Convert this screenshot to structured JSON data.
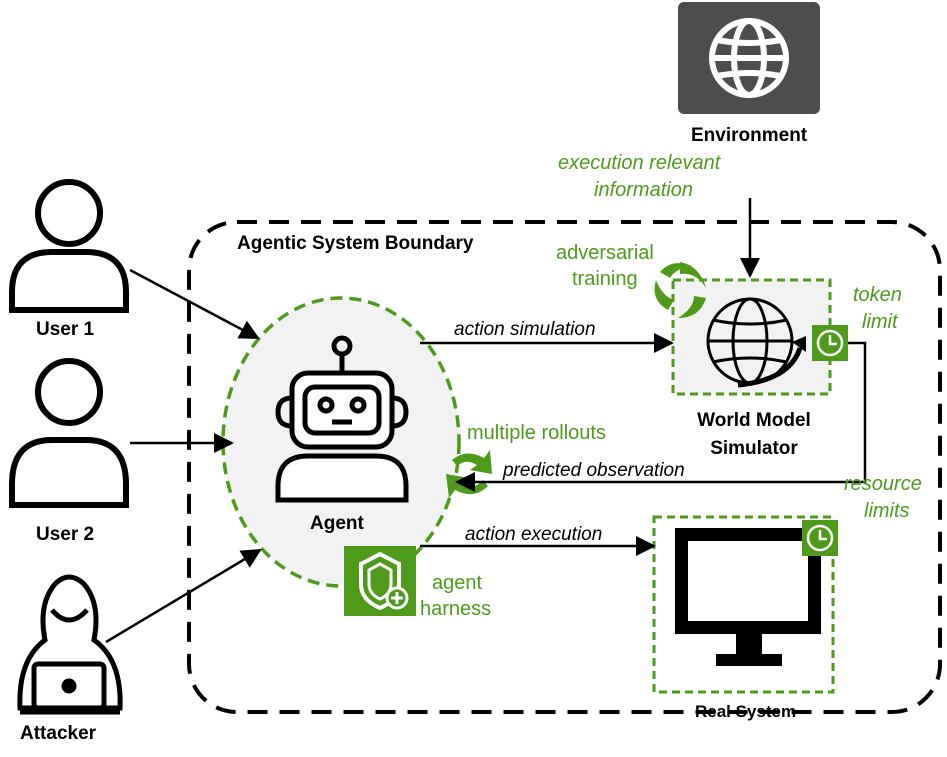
{
  "boundary": {
    "label": "Agentic System Boundary"
  },
  "actors": {
    "user1": "User 1",
    "user2": "User 2",
    "attacker": "Attacker"
  },
  "agent": {
    "label": "Agent",
    "harness_label": [
      "agent",
      "harness"
    ],
    "rollouts_label": "multiple rollouts"
  },
  "environment": {
    "label": "Environment",
    "info_label": [
      "execution relevant",
      "information"
    ]
  },
  "world_model": {
    "label": [
      "World Model",
      "Simulator"
    ],
    "adversarial_label": [
      "adversarial",
      "training"
    ],
    "token_limit_label": [
      "token",
      "limit"
    ]
  },
  "real_system": {
    "label": "Real System",
    "resource_limits_label": [
      "resource",
      "limits"
    ]
  },
  "edges": {
    "action_simulation": "action simulation",
    "predicted_observation": "predicted observation",
    "action_execution": "action execution"
  },
  "colors": {
    "green": "#4e9a1a",
    "green_fill": "#4e9a1a",
    "soft_fill": "#f2f2f2",
    "env_box": "#4d4d4d"
  },
  "icons": [
    "user-icon",
    "attacker-icon",
    "robot-icon",
    "globe-icon",
    "shield-plus-icon",
    "clock-icon",
    "cycle-arrows-icon",
    "spiral-icon",
    "monitor-icon"
  ]
}
